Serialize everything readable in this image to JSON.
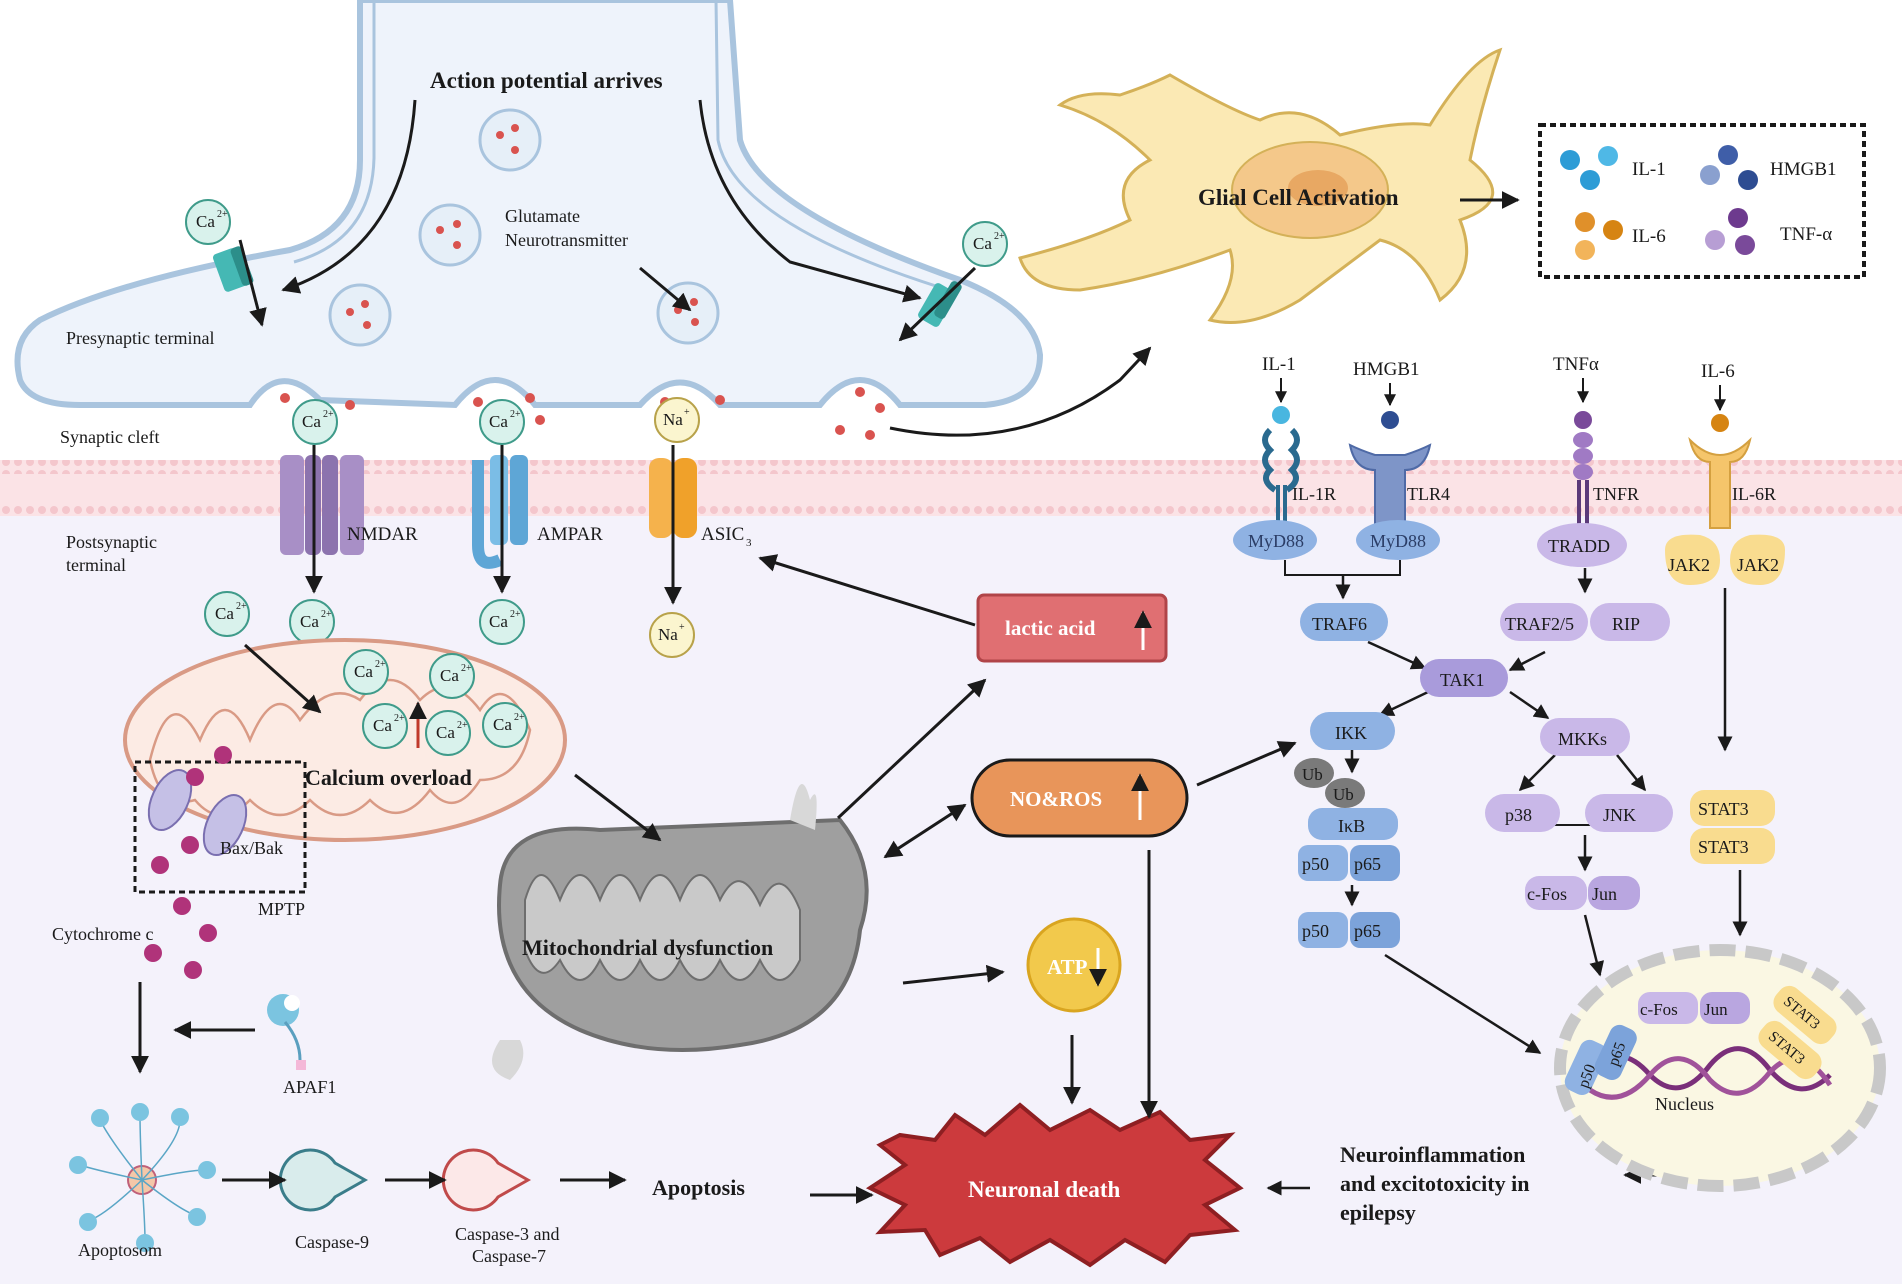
{
  "top": {
    "action_potential": "Action potential arrives",
    "glutamate_1": "Glutamate",
    "glutamate_2": "Neurotransmitter",
    "presynaptic": "Presynaptic terminal",
    "synaptic_cleft": "Synaptic cleft",
    "postsynaptic_1": "Postsynaptic",
    "postsynaptic_2": "terminal"
  },
  "ions": {
    "ca": "Ca",
    "ca_sup": "2+",
    "na": "Na",
    "na_sup": "+"
  },
  "receptors": {
    "nmdar": "NMDAR",
    "ampar": "AMPAR",
    "asic": "ASIC",
    "asic_sub": "3"
  },
  "mito": {
    "calcium_overload": "Calcium overload",
    "bax_bak": "Bax/Bak",
    "mptp": "MPTP",
    "cytochrome_c": "Cytochrome c",
    "apaf1": "APAF1",
    "apoptosom": "Apoptosom",
    "caspase9": "Caspase-9",
    "caspase37_1": "Caspase-3 and",
    "caspase37_2": "Caspase-7",
    "apoptosis": "Apoptosis",
    "dysfunction": "Mitochondrial dysfunction"
  },
  "center": {
    "lactic_acid": "lactic acid",
    "no_ros": "NO&ROS",
    "atp": "ATP",
    "neuronal_death": "Neuronal death"
  },
  "glial": {
    "title": "Glial Cell Activation",
    "il1": "IL-1",
    "hmgb1": "HMGB1",
    "il6": "IL-6",
    "tnfa": "TNF-α"
  },
  "pathway": {
    "ligand_il1": "IL-1",
    "ligand_hmgb1": "HMGB1",
    "ligand_tnf": "TNFα",
    "ligand_il6": "IL-6",
    "il1r": "IL-1R",
    "tlr4": "TLR4",
    "tnfr": "TNFR",
    "il6r": "IL-6R",
    "myd88": "MyD88",
    "tradd": "TRADD",
    "jak2": "JAK2",
    "traf6": "TRAF6",
    "traf25": "TRAF2/5",
    "rip": "RIP",
    "tak1": "TAK1",
    "ikk": "IKK",
    "ub": "Ub",
    "ikb": "IκB",
    "p50": "p50",
    "p65": "p65",
    "mkks": "MKKs",
    "p38": "p38",
    "jnk": "JNK",
    "cfos": "c-Fos",
    "jun": "Jun",
    "stat3": "STAT3",
    "nucleus": "Nucleus"
  },
  "conclusion": {
    "line1": "Neuroinflammation",
    "line2": "and excitotoxicity in",
    "line3": "epilepsy"
  },
  "colors": {
    "nmdar": "#a88fc6",
    "ampar": "#7bbde6",
    "asic": "#f5b24c",
    "myd88": "#8fb2e3",
    "purple_node": "#c9b8e8",
    "yellow_node": "#f9dc8f",
    "lactic": "#e06f72",
    "noros": "#e8955a",
    "atp": "#f2c94c",
    "death": "#cc3a3d"
  },
  "icons": [
    "arrow-icon",
    "ca-ion-icon",
    "vesicle-icon",
    "mitochondrion-icon",
    "glial-cell-icon",
    "nucleus-icon",
    "dna-icon",
    "caspase-icon",
    "apoptosom-icon"
  ]
}
